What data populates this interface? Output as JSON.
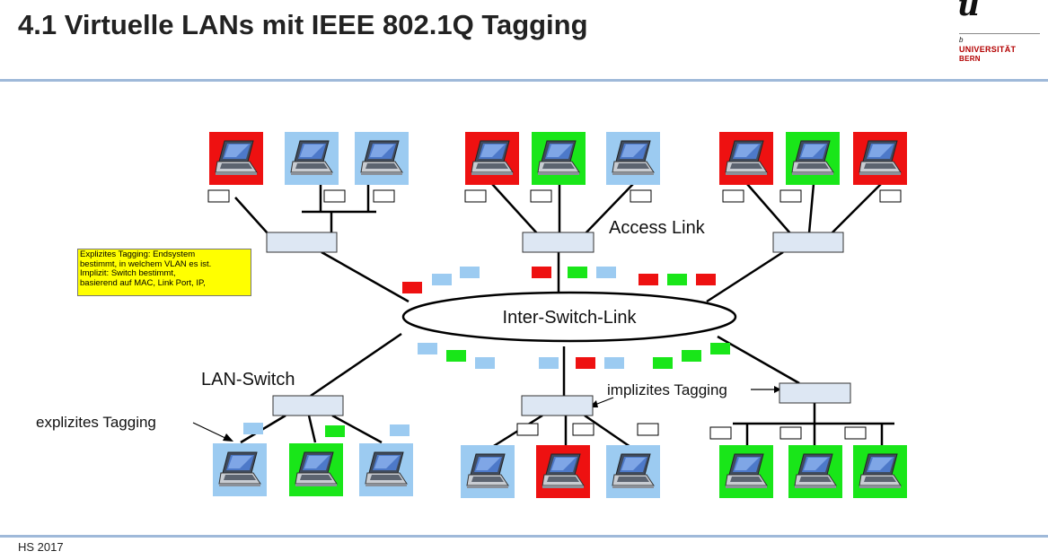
{
  "title": "4.1 Virtuelle LANs mit IEEE 802.1Q Tagging",
  "footer": "HS 2017",
  "logo": {
    "superscript": "b",
    "line1": "UNIVERSITÄT",
    "line2": "BERN"
  },
  "diagram": {
    "backbone_label": "Inter-Switch-Link",
    "access_link_label": "Access Link",
    "lan_switch_label": "LAN-Switch",
    "explicit_label": "explizites Tagging",
    "implicit_label": "implizites Tagging",
    "note": {
      "line1": "Explizites Tagging: Endsystem",
      "line2": "bestimmt, in welchem VLAN es ist.",
      "line3": "Implizit: Switch bestimmt,",
      "line4": "basierend auf MAC, Link Port, IP,"
    }
  },
  "colors": {
    "vlan_red": "#ee1111",
    "vlan_green": "#19e619",
    "vlan_blue": "#9ccbf1",
    "switch_fill": "#dde7f3",
    "rule": "#9fb9d9",
    "note_bg": "#ffff00"
  },
  "computers": [
    {
      "group": "top-left",
      "vlan": "red"
    },
    {
      "group": "top-left",
      "vlan": "blue"
    },
    {
      "group": "top-left",
      "vlan": "blue"
    },
    {
      "group": "top-middle",
      "vlan": "red"
    },
    {
      "group": "top-middle",
      "vlan": "green"
    },
    {
      "group": "top-middle",
      "vlan": "blue"
    },
    {
      "group": "top-right",
      "vlan": "red"
    },
    {
      "group": "top-right",
      "vlan": "green"
    },
    {
      "group": "top-right",
      "vlan": "red"
    },
    {
      "group": "bottom-left",
      "vlan": "blue"
    },
    {
      "group": "bottom-left",
      "vlan": "green"
    },
    {
      "group": "bottom-left",
      "vlan": "blue"
    },
    {
      "group": "bottom-middle",
      "vlan": "blue"
    },
    {
      "group": "bottom-middle",
      "vlan": "red"
    },
    {
      "group": "bottom-middle",
      "vlan": "blue"
    },
    {
      "group": "bottom-right",
      "vlan": "green"
    },
    {
      "group": "bottom-right",
      "vlan": "green"
    },
    {
      "group": "bottom-right",
      "vlan": "green"
    }
  ],
  "frame_tags": [
    "red",
    "blue",
    "blue",
    "red",
    "green",
    "blue",
    "red",
    "green",
    "red",
    "blue",
    "green",
    "blue",
    "blue",
    "red",
    "blue",
    "green",
    "green",
    "green",
    "blue",
    "green",
    "blue"
  ]
}
